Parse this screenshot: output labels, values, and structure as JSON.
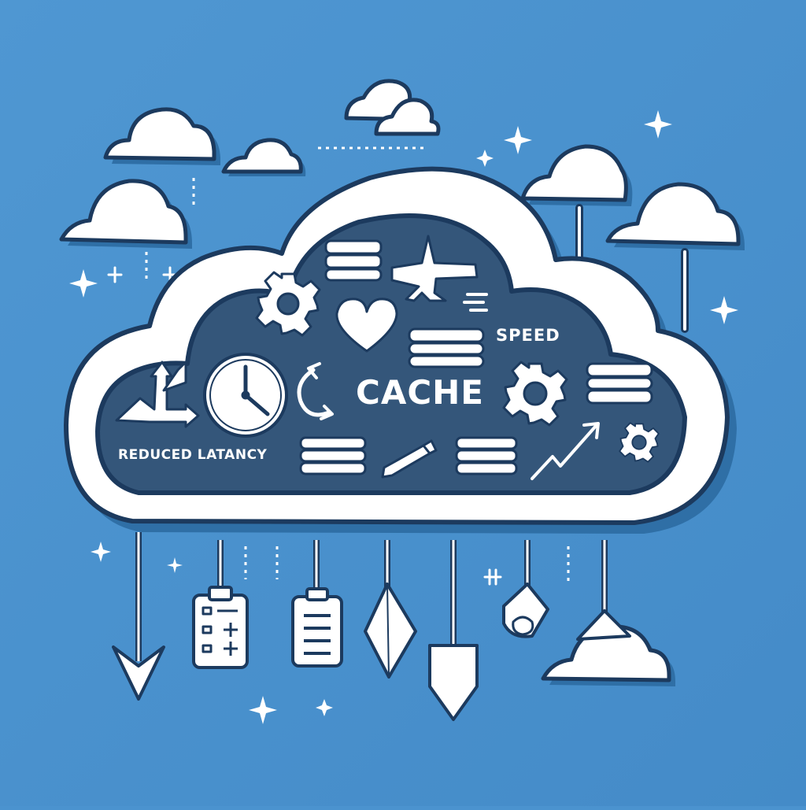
{
  "illustration": {
    "main_label": "CACHE",
    "speed_label": "SPEED",
    "latency_label": "REDUCED LATANCY",
    "icons": [
      "cloud-icon",
      "gear-icon",
      "clock-icon",
      "heart-icon",
      "airplane-icon",
      "server-stack-icon",
      "refresh-icon",
      "pencil-icon",
      "trend-arrow-icon",
      "clipboard-icon",
      "document-icon",
      "diamond-icon",
      "arrow-down-icon",
      "sparkle-icon"
    ]
  },
  "colors": {
    "background": "#4b93cf",
    "panel": "#34567a",
    "cloud": "#ffffff",
    "outline": "#1c3a5e",
    "shadow": "#2f6fa6"
  }
}
